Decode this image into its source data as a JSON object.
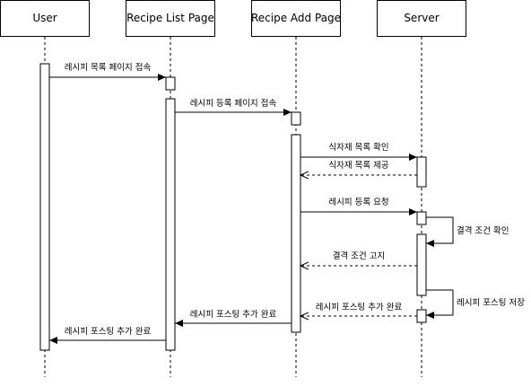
{
  "diagram": {
    "type": "sequence",
    "participants": [
      {
        "id": "user",
        "label": "User"
      },
      {
        "id": "list",
        "label": "Recipe List Page"
      },
      {
        "id": "add",
        "label": "Recipe Add Page"
      },
      {
        "id": "server",
        "label": "Server"
      }
    ],
    "messages": [
      {
        "id": "m1",
        "label": "레시피 목록 페이지 접속",
        "from": "user",
        "to": "list",
        "style": "solid"
      },
      {
        "id": "m2",
        "label": "레시피 등록 페이지 접속",
        "from": "list",
        "to": "add",
        "style": "solid"
      },
      {
        "id": "m3",
        "label": "식자재 목록 확인",
        "from": "add",
        "to": "server",
        "style": "solid"
      },
      {
        "id": "m4",
        "label": "식자재 목록 제공",
        "from": "server",
        "to": "add",
        "style": "dashed"
      },
      {
        "id": "m5",
        "label": "레시피 등록 요청",
        "from": "add",
        "to": "server",
        "style": "solid"
      },
      {
        "id": "m6",
        "label": "결격 조건 확인",
        "from": "server",
        "to": "server",
        "style": "self"
      },
      {
        "id": "m7",
        "label": "결격 조건 고지",
        "from": "server",
        "to": "add",
        "style": "dashed"
      },
      {
        "id": "m8",
        "label": "레시피 포스팅 저장",
        "from": "server",
        "to": "server",
        "style": "self"
      },
      {
        "id": "m9",
        "label": "레시피 포스팅 추가 완료",
        "from": "server",
        "to": "add",
        "style": "dashed"
      },
      {
        "id": "m10",
        "label": "레시피 포스팅 추가 완료",
        "from": "add",
        "to": "list",
        "style": "solid"
      },
      {
        "id": "m11",
        "label": "레시피 포스팅 추가 완료",
        "from": "list",
        "to": "user",
        "style": "solid"
      }
    ],
    "colors": {
      "line": "#000000",
      "box_fill": "#ffffff",
      "text": "#000000"
    }
  }
}
